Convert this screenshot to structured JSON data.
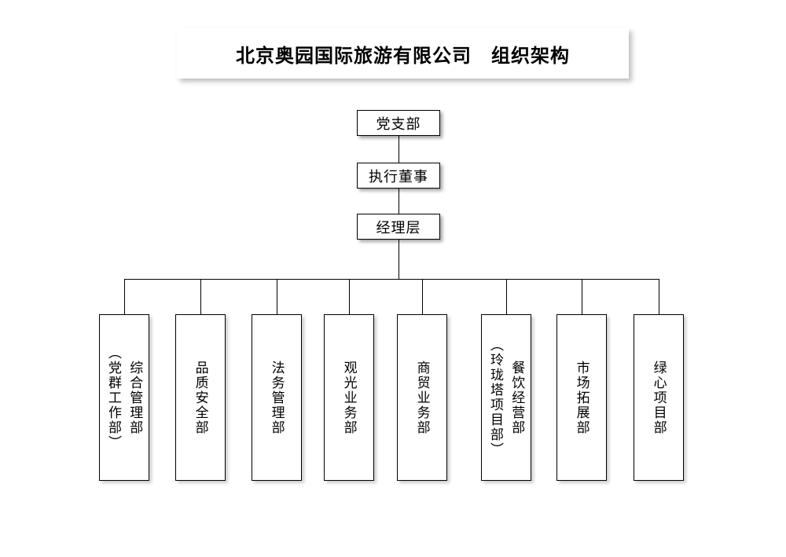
{
  "title": "北京奥园国际旅游有限公司　组织架构",
  "hierarchy": {
    "level1": "党支部",
    "level2": "执行董事",
    "level3": "经理层"
  },
  "departments": [
    {
      "label": "综合管理部\n（党群工作部）"
    },
    {
      "label": "品质安全部"
    },
    {
      "label": "法务管理部"
    },
    {
      "label": "观光业务部"
    },
    {
      "label": "商贸业务部"
    },
    {
      "label": "餐饮经营部\n（玲珑塔项目部）"
    },
    {
      "label": "市场拓展部"
    },
    {
      "label": "绿心项目部"
    }
  ],
  "colors": {
    "line": "#000000",
    "box_border": "#000000",
    "background": "#ffffff",
    "shadow": "rgba(0,0,0,0.3)"
  }
}
